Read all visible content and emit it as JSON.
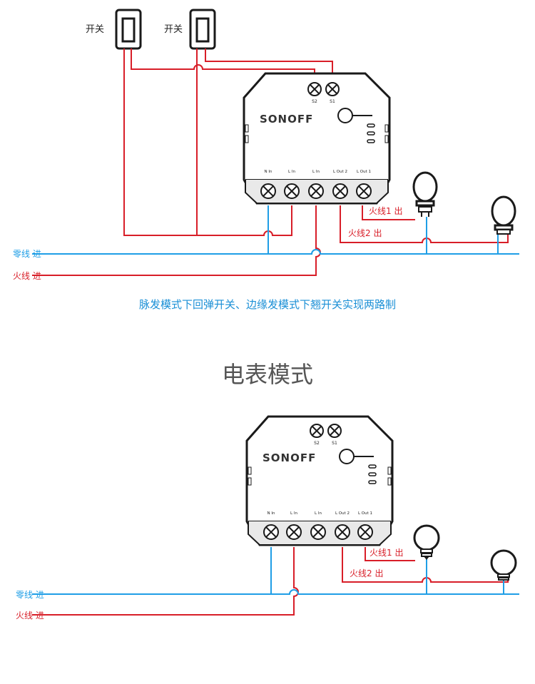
{
  "colors": {
    "neutral": "#1f9ee6",
    "live": "#d81e28",
    "device": "#1a1a1a",
    "caption": "#1a8fd6",
    "heading": "#555555"
  },
  "top_diagram": {
    "switch_left_label": "开关",
    "switch_right_label": "开关",
    "terminal_s2": "S2",
    "terminal_s1": "S1",
    "brand": "SONOFF",
    "terminals": [
      "N In",
      "L In",
      "L In",
      "L Out 2",
      "L Out 1"
    ],
    "out1_label": "火线1 出",
    "out2_label": "火线2 出",
    "neutral_label": "零线 进",
    "live_label": "火线 进"
  },
  "caption": "脉发模式下回弹开关、边缘发模式下翘开关实现两路制",
  "heading": "电表模式",
  "bottom_diagram": {
    "terminal_s2": "S2",
    "terminal_s1": "S1",
    "brand": "SONOFF",
    "terminals": [
      "N In",
      "L In",
      "L In",
      "L Out 2",
      "L Out 1"
    ],
    "out1_label": "火线1 出",
    "out2_label": "火线2 出",
    "neutral_label": "零线 进",
    "live_label": "火线 进"
  }
}
